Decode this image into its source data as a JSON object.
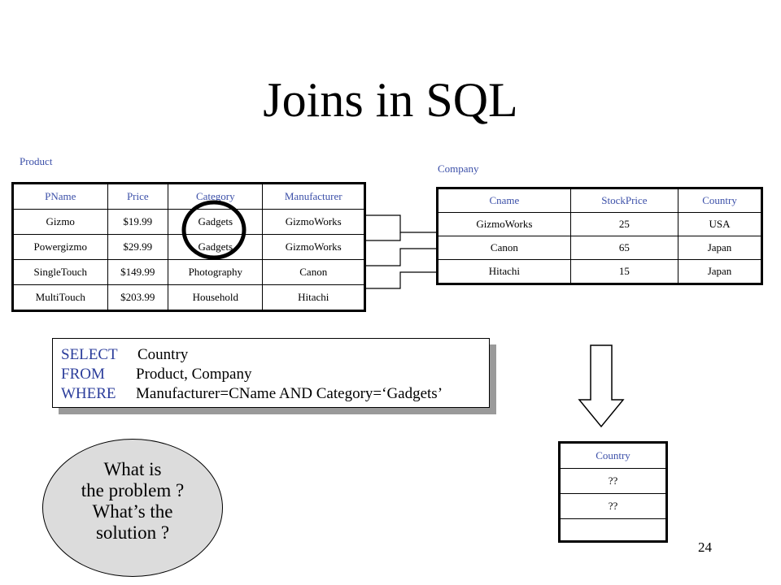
{
  "slide": {
    "title": "Joins in SQL",
    "page_number": "24"
  },
  "product": {
    "caption": "Product",
    "columns": [
      "PName",
      "Price",
      "Category",
      "Manufacturer"
    ],
    "rows": [
      [
        "Gizmo",
        "$19.99",
        "Gadgets",
        "GizmoWorks"
      ],
      [
        "Powergizmo",
        "$29.99",
        "Gadgets",
        "GizmoWorks"
      ],
      [
        "SingleTouch",
        "$149.99",
        "Photography",
        "Canon"
      ],
      [
        "MultiTouch",
        "$203.99",
        "Household",
        "Hitachi"
      ]
    ]
  },
  "company": {
    "caption": "Company",
    "columns": [
      "Cname",
      "StockPrice",
      "Country"
    ],
    "rows": [
      [
        "GizmoWorks",
        "25",
        "USA"
      ],
      [
        "Canon",
        "65",
        "Japan"
      ],
      [
        "Hitachi",
        "15",
        "Japan"
      ]
    ]
  },
  "query": {
    "lines": [
      {
        "keyword": "SELECT",
        "text": "Country"
      },
      {
        "keyword": "FROM",
        "text": "Product, Company"
      },
      {
        "keyword": "WHERE",
        "text": "Manufacturer=CName AND Category=‘Gadgets’"
      }
    ]
  },
  "result": {
    "columns": [
      "Country"
    ],
    "rows": [
      [
        "??"
      ],
      [
        "??"
      ],
      [
        ""
      ]
    ]
  },
  "callout": {
    "lines": [
      "What is",
      "the problem ?",
      "What’s the",
      "solution ?"
    ]
  },
  "colors": {
    "keyword": "#2b3d9b",
    "header_text": "#3b4fa8",
    "callout_fill": "#dcdcdc"
  }
}
